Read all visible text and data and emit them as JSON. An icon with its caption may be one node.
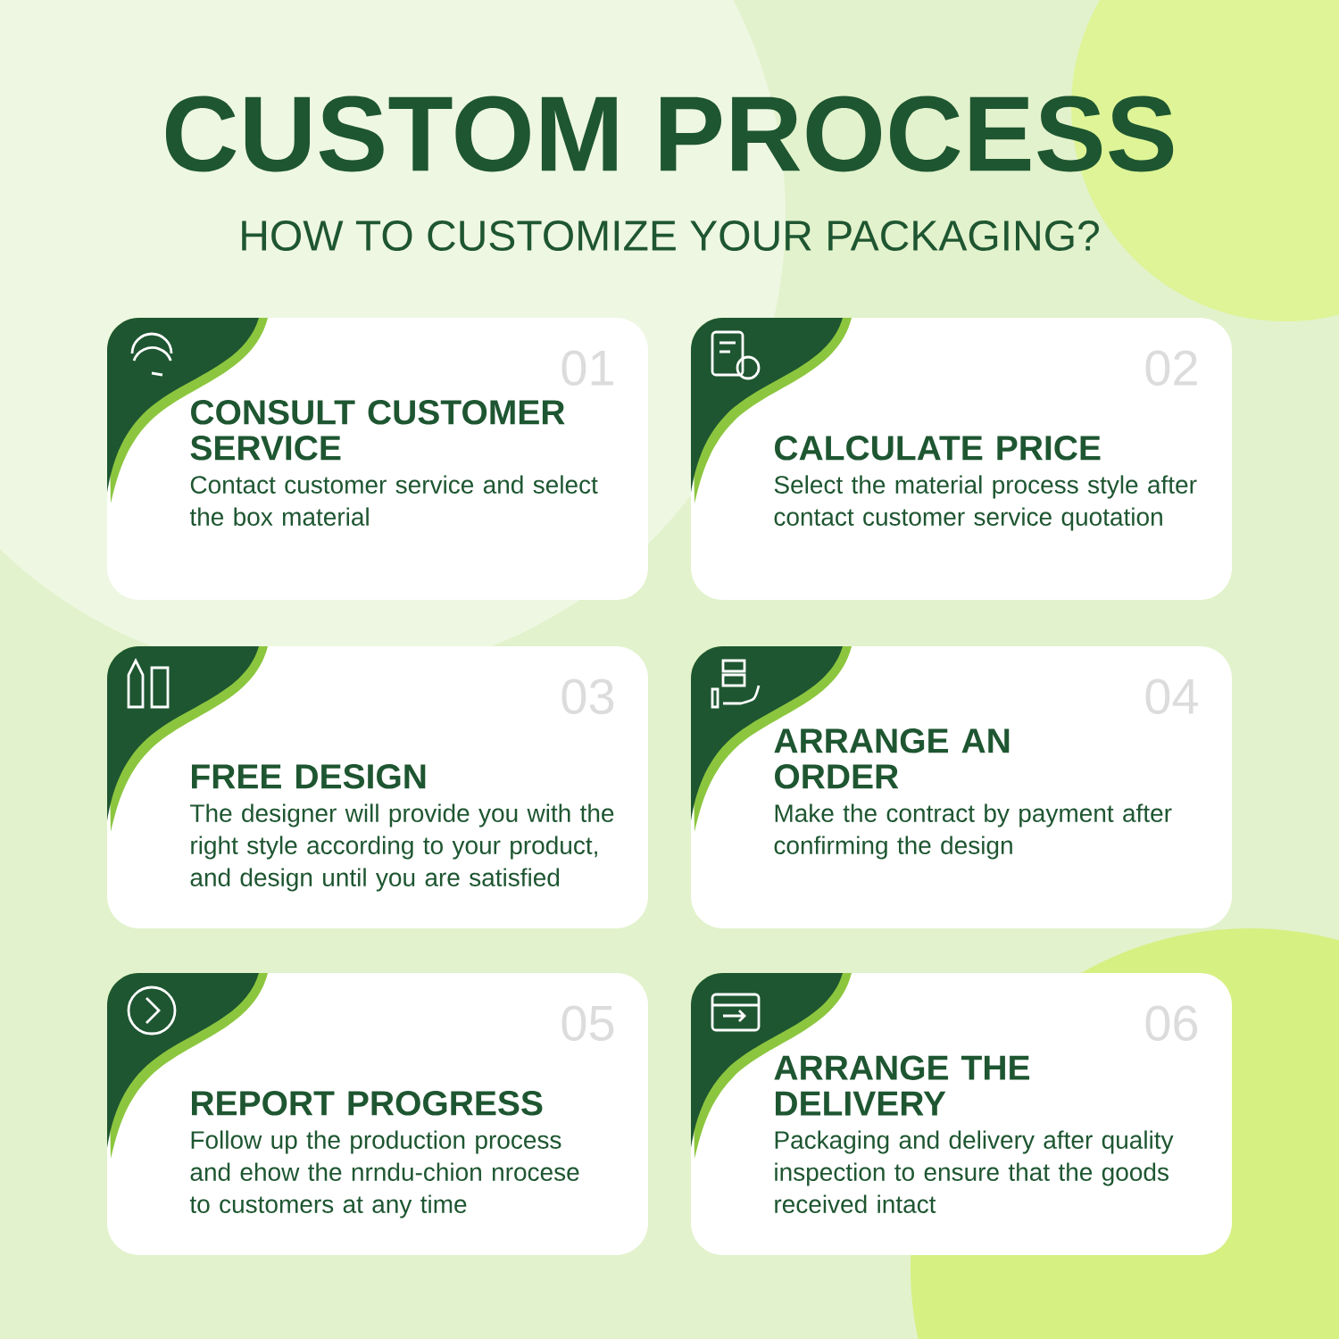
{
  "diagram": {
    "title": "CUSTOM PROCESS",
    "nodes": [
      {
        "text": [
          "01",
          "CONSULT CUSTOMER SERVICE",
          "Contact customer service and select the box material"
        ]
      },
      {
        "text": [
          "02",
          "CALCULATE PRICE",
          "Select the material process style after contact customer service quotation"
        ]
      },
      {
        "text": [
          "03",
          "FREE DESIGN",
          "The designer will provide you with the right style according to your product, and design until you are satisfied"
        ]
      },
      {
        "text": [
          "04",
          "ARRANGE AN ORDER",
          "Make the contract by payment after confirming the design"
        ]
      },
      {
        "text": [
          "05",
          "REPORT PROGRESS",
          "Follow up the production process and ehow the nrndu-chion nrocese to customers at any time"
        ]
      },
      {
        "text": [
          "06",
          "ARRANGE THE DELIVERY",
          "Packaging and delivery after quality inspection to ensure that the goods received intact"
        ]
      }
    ],
    "edges": [],
    "labels": [
      "HOW TO CUSTOMIZE YOUR PACKAGING?"
    ]
  }
}
